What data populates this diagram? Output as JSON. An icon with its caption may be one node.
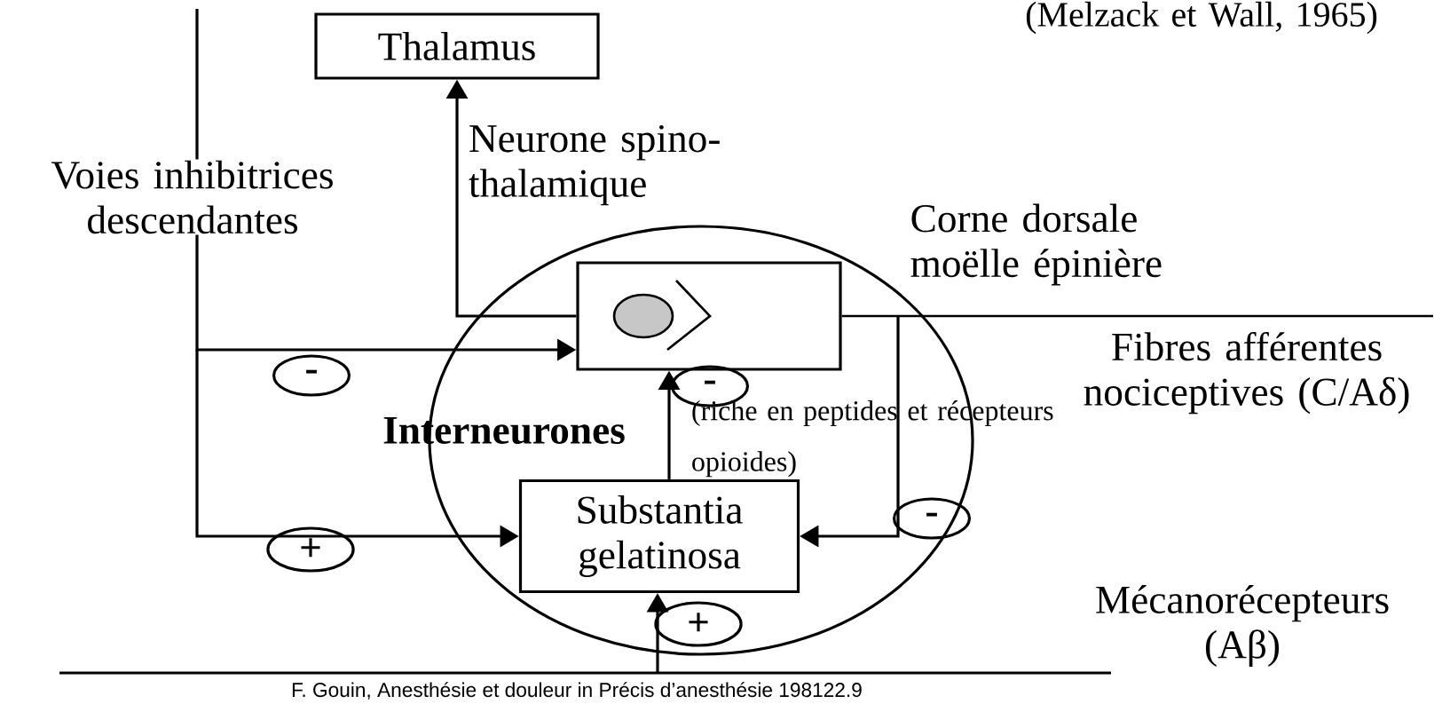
{
  "diagram": {
    "caption": "F. Gouin, Anesthésie et douleur in Précis d’anesthésie 198122.9",
    "nodes": [
      {
        "text": [
          "Thalamus"
        ]
      },
      {
        "text": [],
        "shape": "circle",
        "beside": [
          "Corne dorsale moëlle épinière"
        ]
      },
      {
        "text": [],
        "shape": "box",
        "in": 1
      },
      {
        "text": [
          "Substantia gelatinosa"
        ],
        "in": 1
      },
      {
        "text": [
          "-"
        ]
      },
      {
        "text": [
          "+"
        ]
      },
      {
        "text": [
          "-"
        ],
        "in": 1
      },
      {
        "text": [
          "-"
        ],
        "in": 1
      },
      {
        "text": [
          "+"
        ],
        "in": 1
      }
    ],
    "edges": [
      {
        "from": 2,
        "to": 0,
        "arrow": "to",
        "label": "Neurone spino-thalamique"
      },
      {
        "from": null,
        "to": 2,
        "arrow": "none",
        "label": "Fibres afférentes nociceptives (C/Aδ)"
      },
      {
        "from": null,
        "to": 3,
        "arrow": "to"
      },
      {
        "from": null,
        "to": 2,
        "arrow": "to",
        "label": "Voies inhibitrices descendantes"
      },
      {
        "from": null,
        "to": 3,
        "arrow": "to"
      },
      {
        "from": 3,
        "to": 2,
        "arrow": "to"
      },
      {
        "from": null,
        "to": 3,
        "arrow": "to",
        "label": "Mécanorécepteurs (Aβ)"
      }
    ],
    "labels": [
      "(Melzack et Wall, 1965)",
      "Interneurones",
      "(riche en peptides et récepteurs opioides)"
    ]
  }
}
